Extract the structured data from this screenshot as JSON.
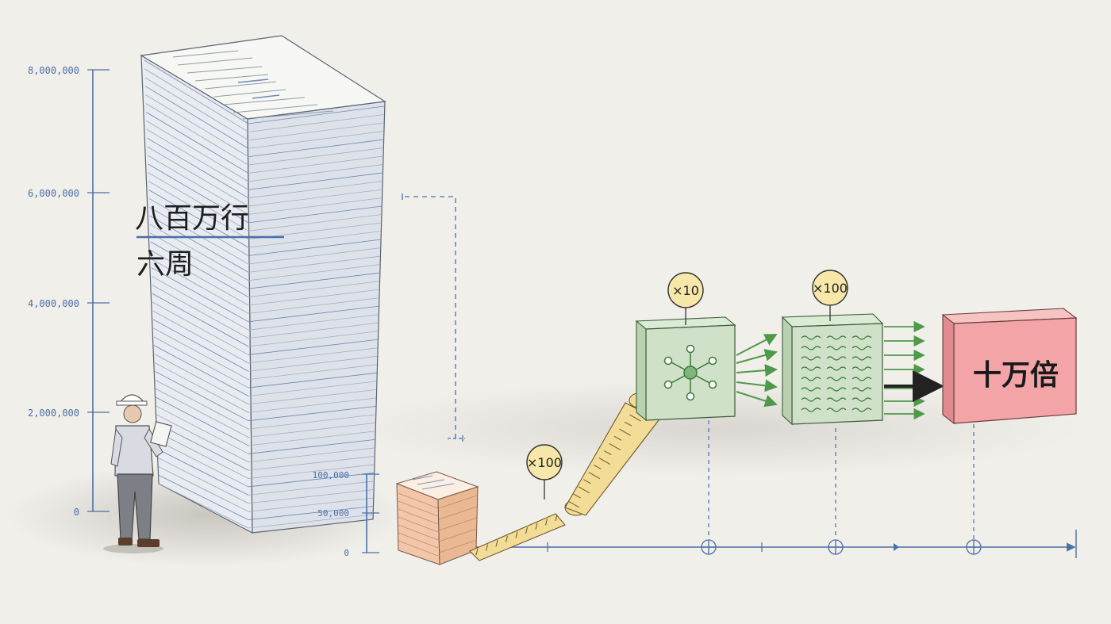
{
  "left_axis": {
    "ticks": [
      "8,000,000",
      "6,000,000",
      "4,000,000",
      "2,000,000",
      "0"
    ]
  },
  "tall_stack": {
    "label_top": "八百万行",
    "label_bottom": "六周"
  },
  "small_axis": {
    "ticks": [
      "100,000",
      "50,000",
      "0"
    ]
  },
  "multipliers": {
    "ruler": "×100",
    "hub_box": "×10",
    "wave_box": "×100"
  },
  "result_box": {
    "label": "十万倍"
  },
  "colors": {
    "paper": "#f1efea",
    "axis_blue": "#4a6fa8",
    "green_box": "#cfe1c8",
    "green_arrow": "#4f9a4a",
    "red_box": "#f2a4a6",
    "ruler_yellow": "#f3dc96",
    "small_stack": "#f2c7a9",
    "badge": "#f7e7a8"
  }
}
